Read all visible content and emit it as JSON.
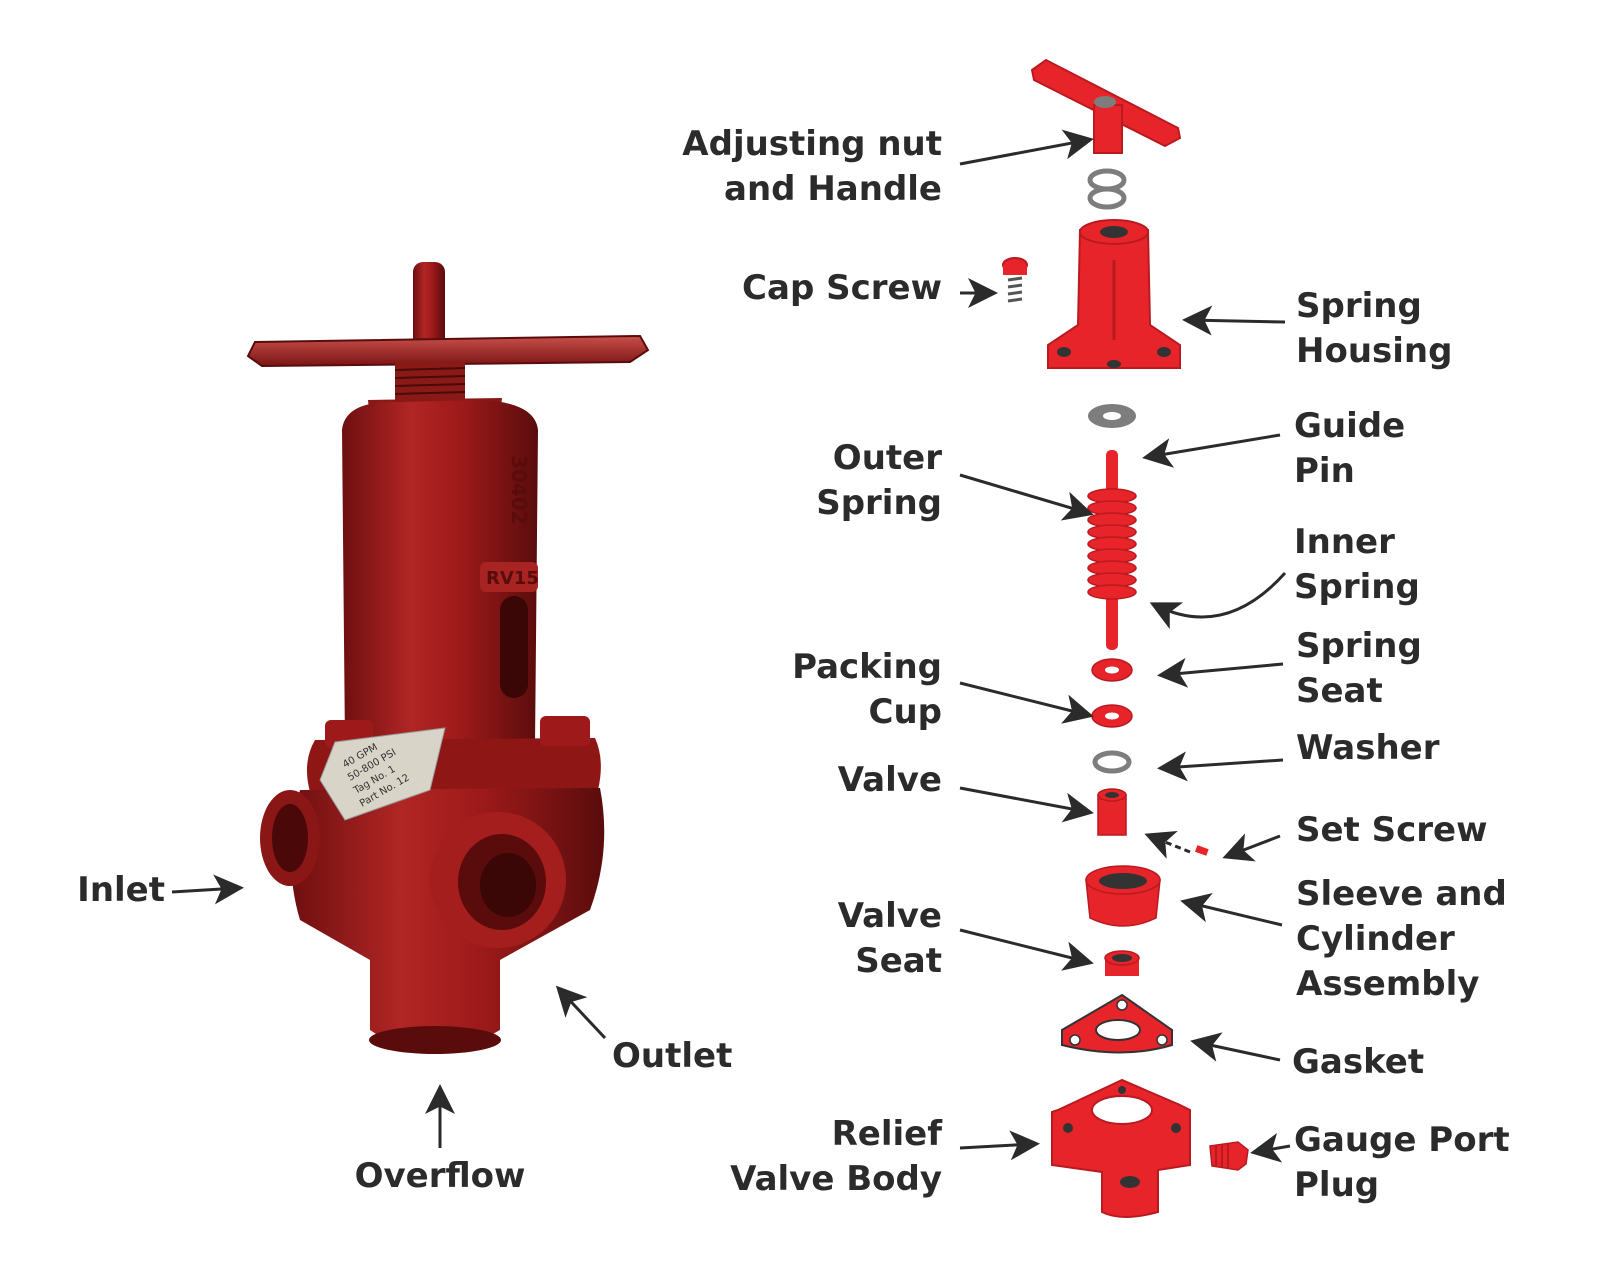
{
  "labels": {
    "inlet": [
      "Inlet"
    ],
    "outlet": [
      "Outlet"
    ],
    "overflow": [
      "Overflow"
    ],
    "adjusting_nut": [
      "Adjusting nut",
      "and Handle"
    ],
    "cap_screw": [
      "Cap Screw"
    ],
    "spring_housing": [
      "Spring",
      "Housing"
    ],
    "guide_pin": [
      "Guide",
      "Pin"
    ],
    "outer_spring": [
      "Outer",
      "Spring"
    ],
    "inner_spring": [
      "Inner",
      "Spring"
    ],
    "packing_cup": [
      "Packing",
      "Cup"
    ],
    "spring_seat": [
      "Spring",
      "Seat"
    ],
    "washer": [
      "Washer"
    ],
    "valve": [
      "Valve"
    ],
    "set_screw": [
      "Set Screw"
    ],
    "sleeve_cylinder": [
      "Sleeve and",
      "Cylinder",
      "Assembly"
    ],
    "valve_seat": [
      "Valve",
      "Seat"
    ],
    "gasket": [
      "Gasket"
    ],
    "relief_valve_body": [
      "Relief",
      "Valve Body"
    ],
    "gauge_port_plug": [
      "Gauge Port",
      "Plug"
    ]
  },
  "stamp_text": [
    "30402",
    "RV15"
  ],
  "tag_text": [
    "40 GPM",
    "50-800 PSI",
    "Tag No. 1",
    "Part No. 12"
  ],
  "colors": {
    "part_red": "#e8242b",
    "part_red_dark": "#b81a20",
    "photo_red": "#9e1a1a",
    "photo_red_dark": "#6e0f10",
    "photo_red_light": "#c23a36",
    "steel": "#7d7d7d",
    "label_text": "#2b2b2b",
    "arrow": "#2b2b2b"
  }
}
